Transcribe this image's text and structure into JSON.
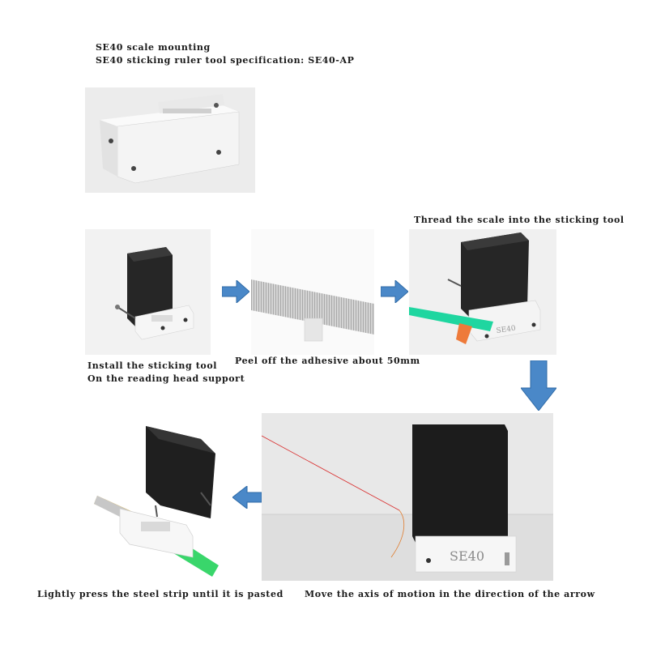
{
  "header": {
    "line1": "SE40 scale mounting",
    "line2": "SE40 sticking ruler tool specification: SE40-AP"
  },
  "steps": {
    "install": {
      "line1": "Install the sticking tool",
      "line2": "On the reading head support"
    },
    "peel": "Peel off the adhesive about 50mm",
    "thread": "Thread the scale into the sticking tool",
    "move": "Move the axis of motion in the direction of the arrow",
    "press": "Lightly press the steel strip until it is pasted"
  },
  "labels": {
    "tool_mark_small": "SE40",
    "tool_mark_large": "SE40"
  },
  "colors": {
    "arrow": "#4a88c8",
    "tape": "#1fd6a0",
    "block": "#222222",
    "tool": "#f2f2f2"
  }
}
